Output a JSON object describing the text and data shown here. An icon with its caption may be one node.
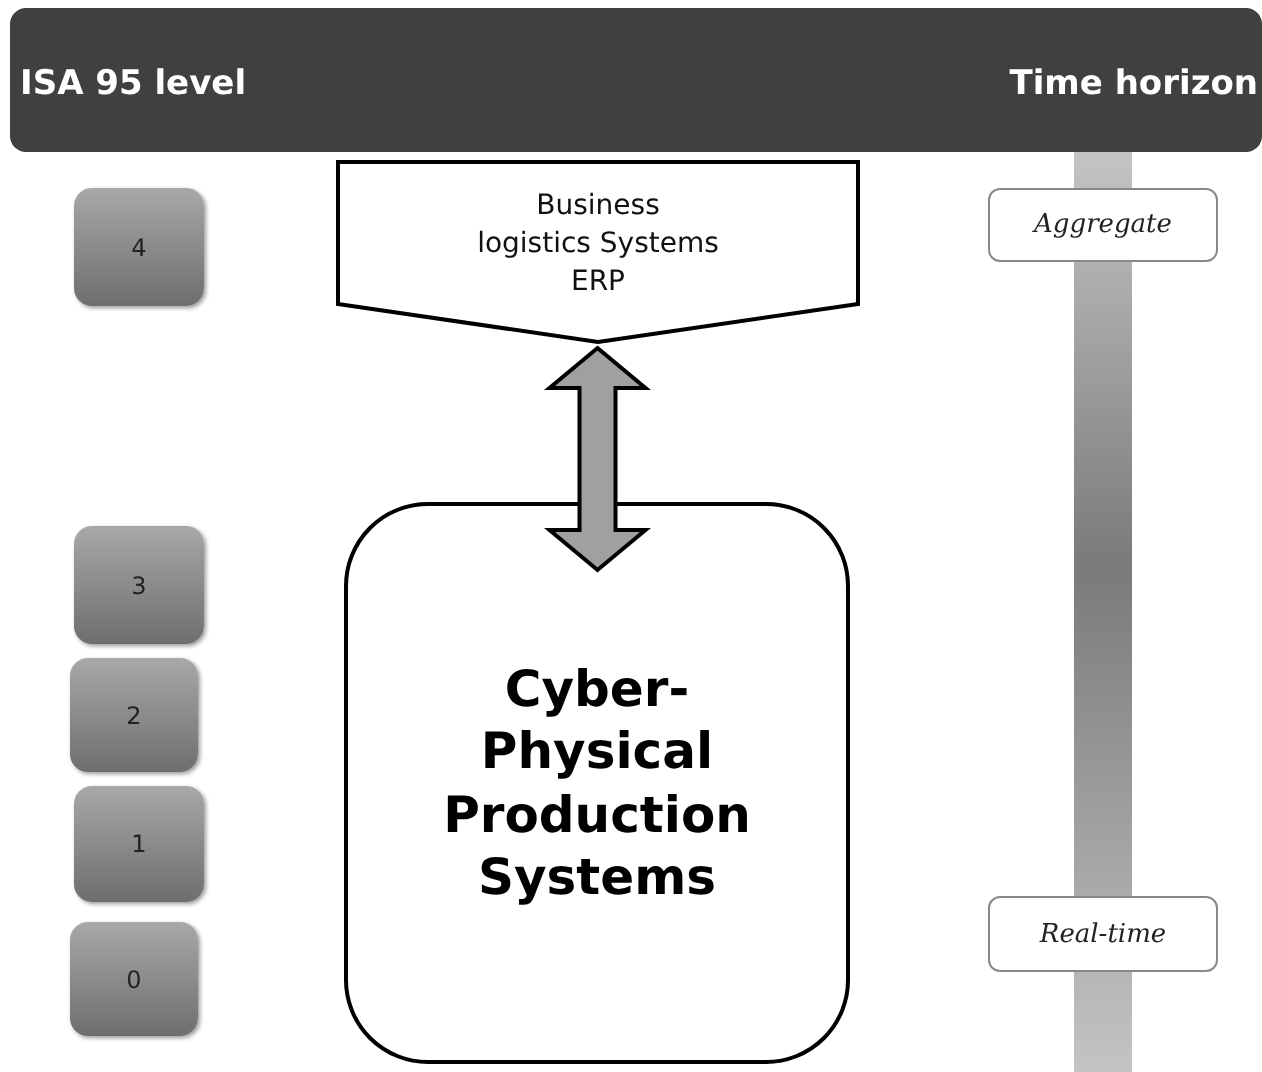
{
  "diagram": {
    "nodes": [
      {
        "text": [
          "ISA 95 level",
          "Time horizon"
        ]
      },
      {
        "text": [],
        "shape": "bar"
      },
      {
        "text": [
          "4"
        ]
      },
      {
        "text": [
          "Business logistics Systems ERP"
        ]
      },
      {
        "text": [
          "Aggregate"
        ]
      },
      {
        "text": [
          "3"
        ]
      },
      {
        "text": [
          "Cyber-Physical Production Systems"
        ]
      },
      {
        "text": [
          "2"
        ]
      },
      {
        "text": [
          "1"
        ]
      },
      {
        "text": [
          "Real-time"
        ]
      },
      {
        "text": [
          "0"
        ]
      }
    ],
    "edges": [
      {
        "from": 3,
        "to": 6,
        "arrow": "both",
        "style": "thick"
      }
    ]
  }
}
